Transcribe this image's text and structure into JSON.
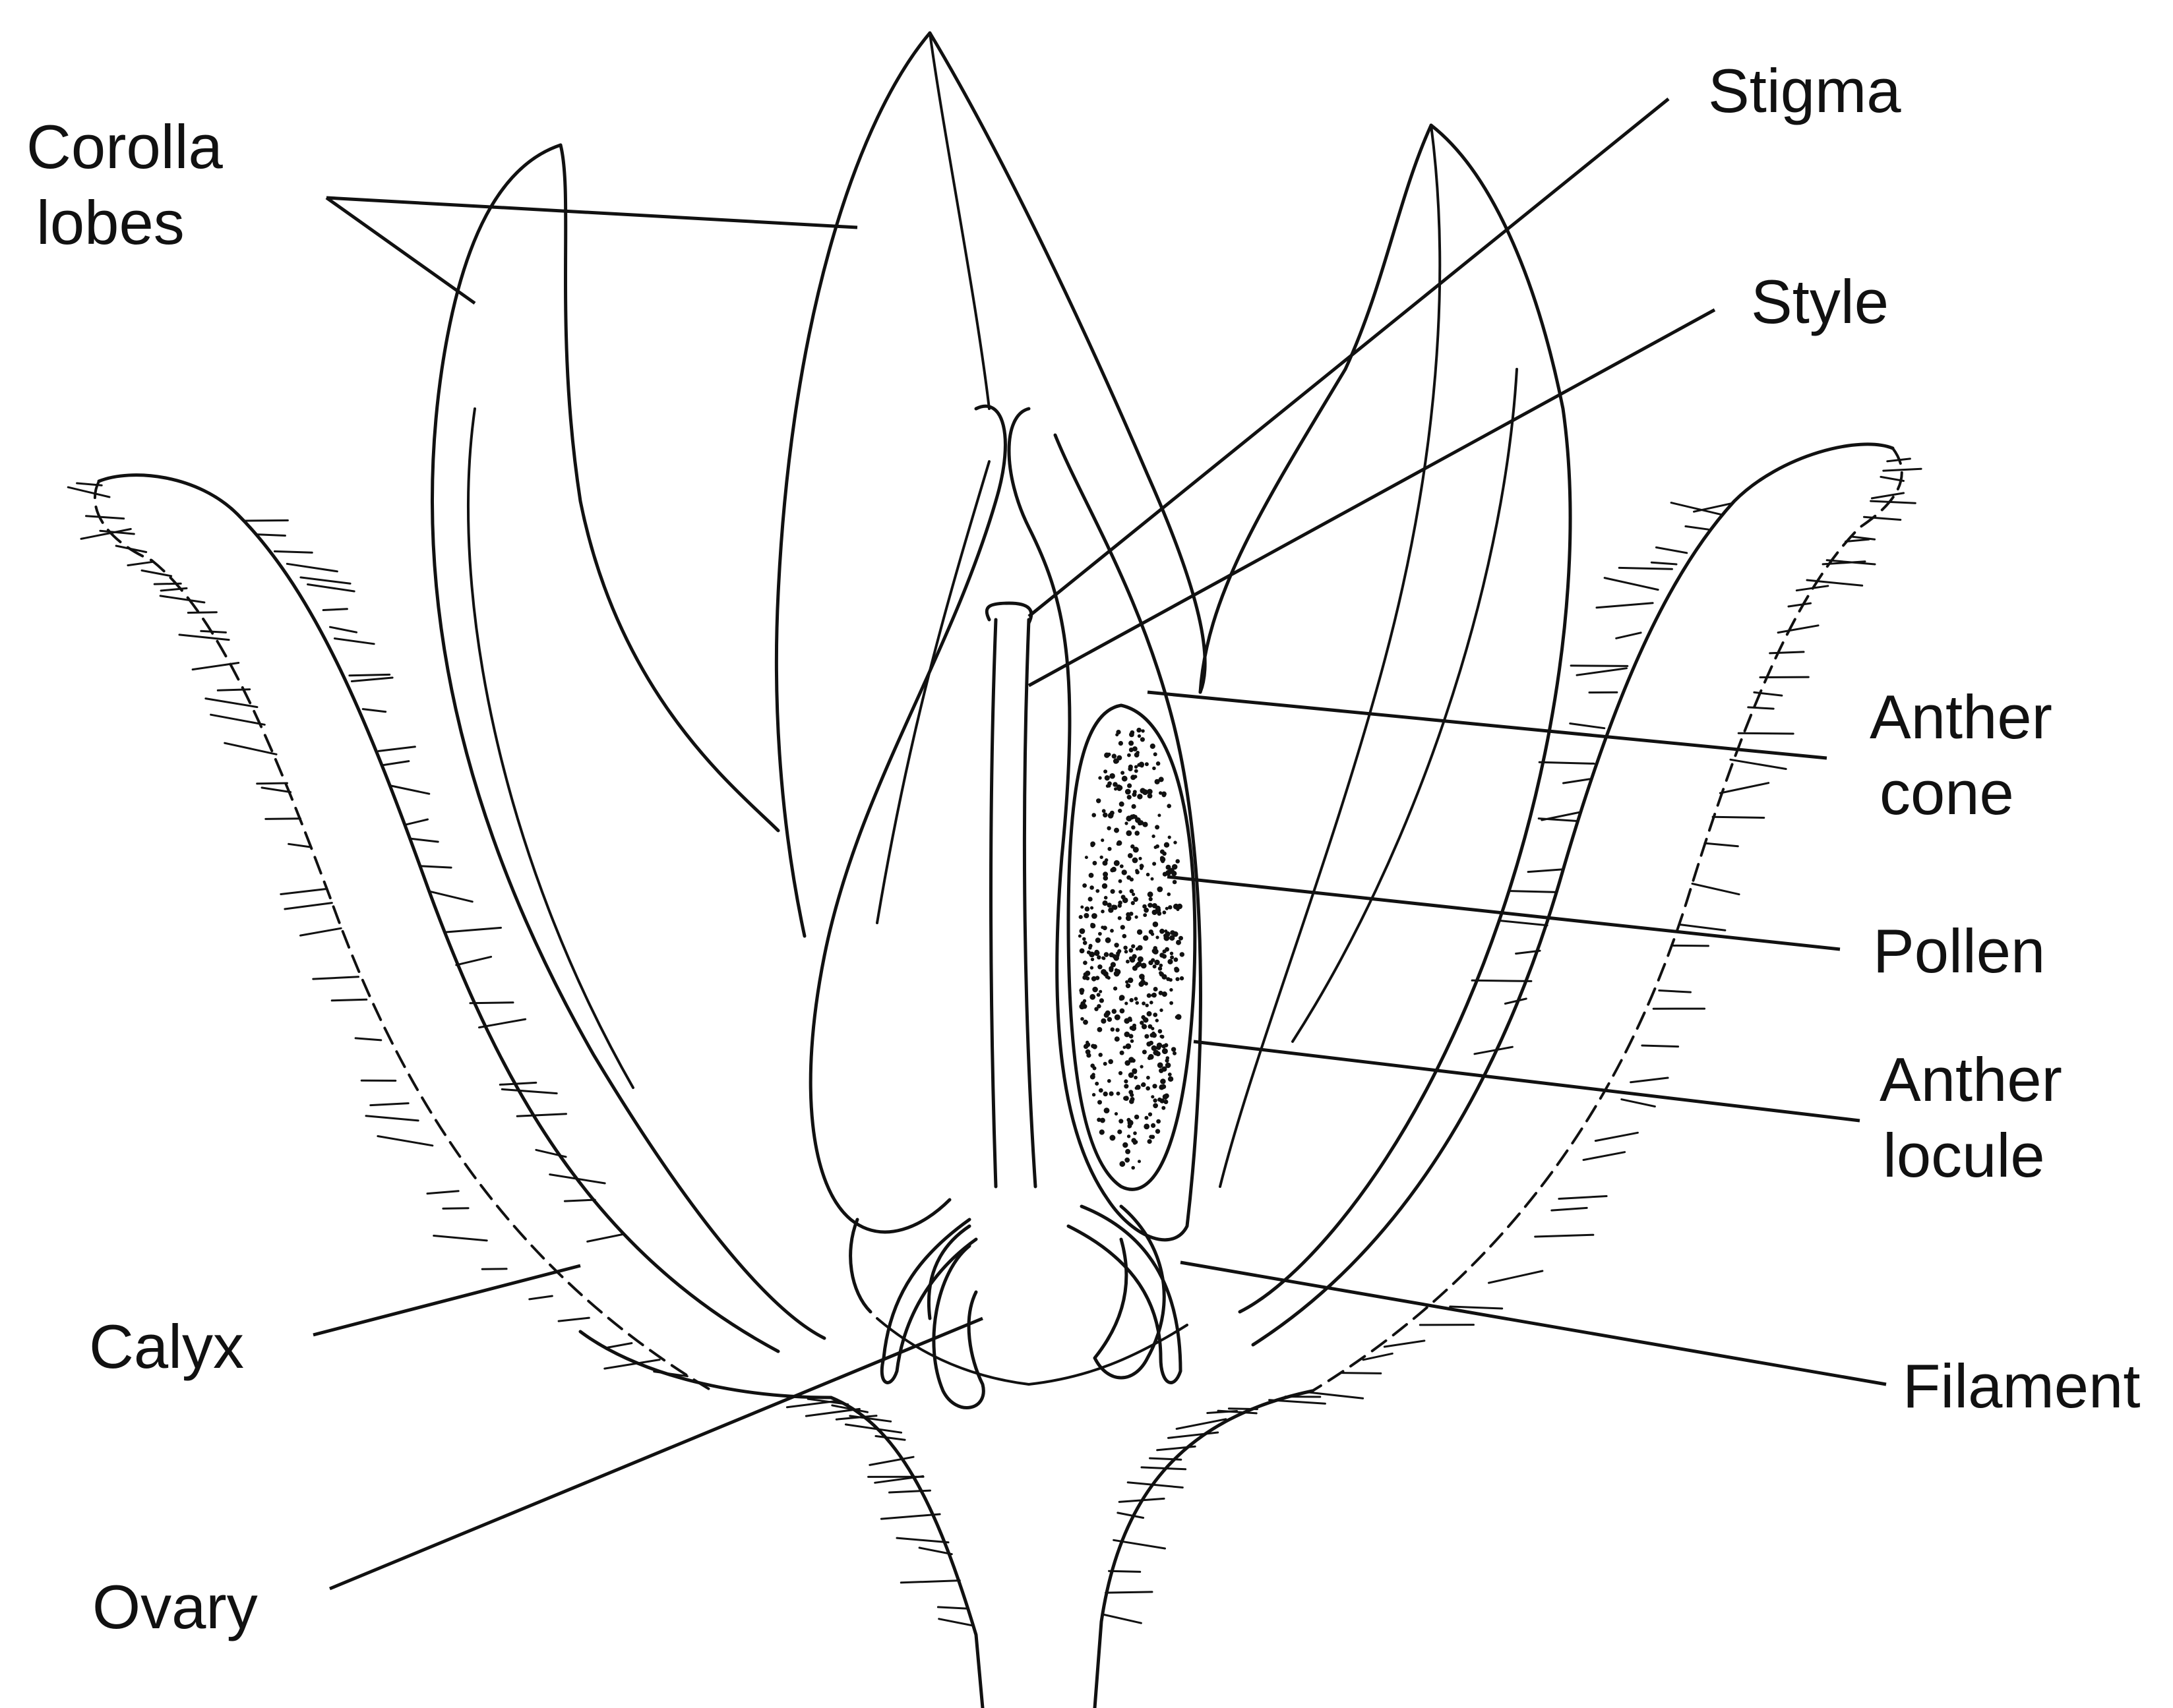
{
  "labels": {
    "corolla_lobes_line1": "Corolla",
    "corolla_lobes_line2": "lobes",
    "stigma": "Stigma",
    "style": "Style",
    "anther_cone_line1": "Anther",
    "anther_cone_line2": "cone",
    "pollen": "Pollen",
    "anther_locule_line1": "Anther",
    "anther_locule_line2": "locule",
    "calyx": "Calyx",
    "ovary": "Ovary",
    "filament": "Filament"
  }
}
